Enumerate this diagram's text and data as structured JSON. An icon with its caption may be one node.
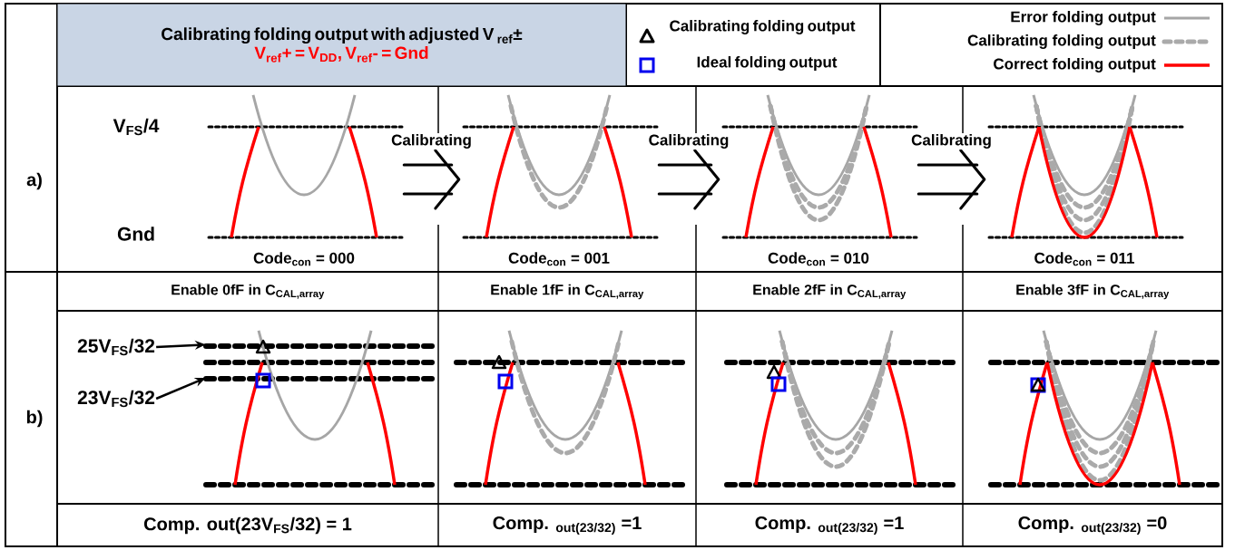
{
  "diagram": {
    "nodes": [
      {
        "text": [
          "Calibrating folding output with adjusted V $_{ref}$±",
          "V$_{ref}$+ = V$_{DD}$, V$_{ref}$- = Gnd"
        ]
      },
      {
        "text": [
          "Code$_{con}$ = 000"
        ]
      },
      {
        "text": [
          "Code$_{con}$ = 001"
        ]
      },
      {
        "text": [
          "Code$_{con}$ = 010"
        ]
      },
      {
        "text": [
          "Code$_{con}$ = 011"
        ]
      },
      {
        "text": [
          "25V$_{FS}$/32"
        ]
      },
      {
        "text": [
          "23V$_{FS}$/32"
        ]
      },
      {
        "text": [],
        "shape": "picture"
      }
    ],
    "edges": [
      {
        "from": 1,
        "to": 2,
        "arrow": "to",
        "label": "Calibrating"
      },
      {
        "from": 2,
        "to": 3,
        "arrow": "to",
        "label": "Calibrating"
      },
      {
        "from": 3,
        "to": 4,
        "arrow": "to",
        "label": "Calibrating"
      },
      {
        "from": 5,
        "to": 7,
        "arrow": "to"
      },
      {
        "from": 6,
        "to": 7,
        "arrow": "to"
      }
    ],
    "labels": [
      "a)",
      "V$_{FS}$/4",
      "Gnd",
      "b)",
      "Enable 0fF in C$_{CAL,array}$",
      "Enable 1fF in C$_{CAL,array}$",
      "Enable 2fF in C$_{CAL,array}$",
      "Enable 3fF in C$_{CAL,array}$",
      "Comp. out(23V$_{FS}$/32) = 1",
      "Comp. $_{out(23/32)}$ =1",
      "Comp. $_{out(23/32)}$ =1",
      "Comp. $_{out(23/32)}$ =0"
    ],
    "legend": [
      {
        "text": "Calibrating folding output"
      },
      {
        "text": "Ideal folding output"
      },
      {
        "text": "Error folding output"
      },
      {
        "text": "Calibrating folding output"
      },
      {
        "text": "Correct folding output"
      }
    ]
  }
}
